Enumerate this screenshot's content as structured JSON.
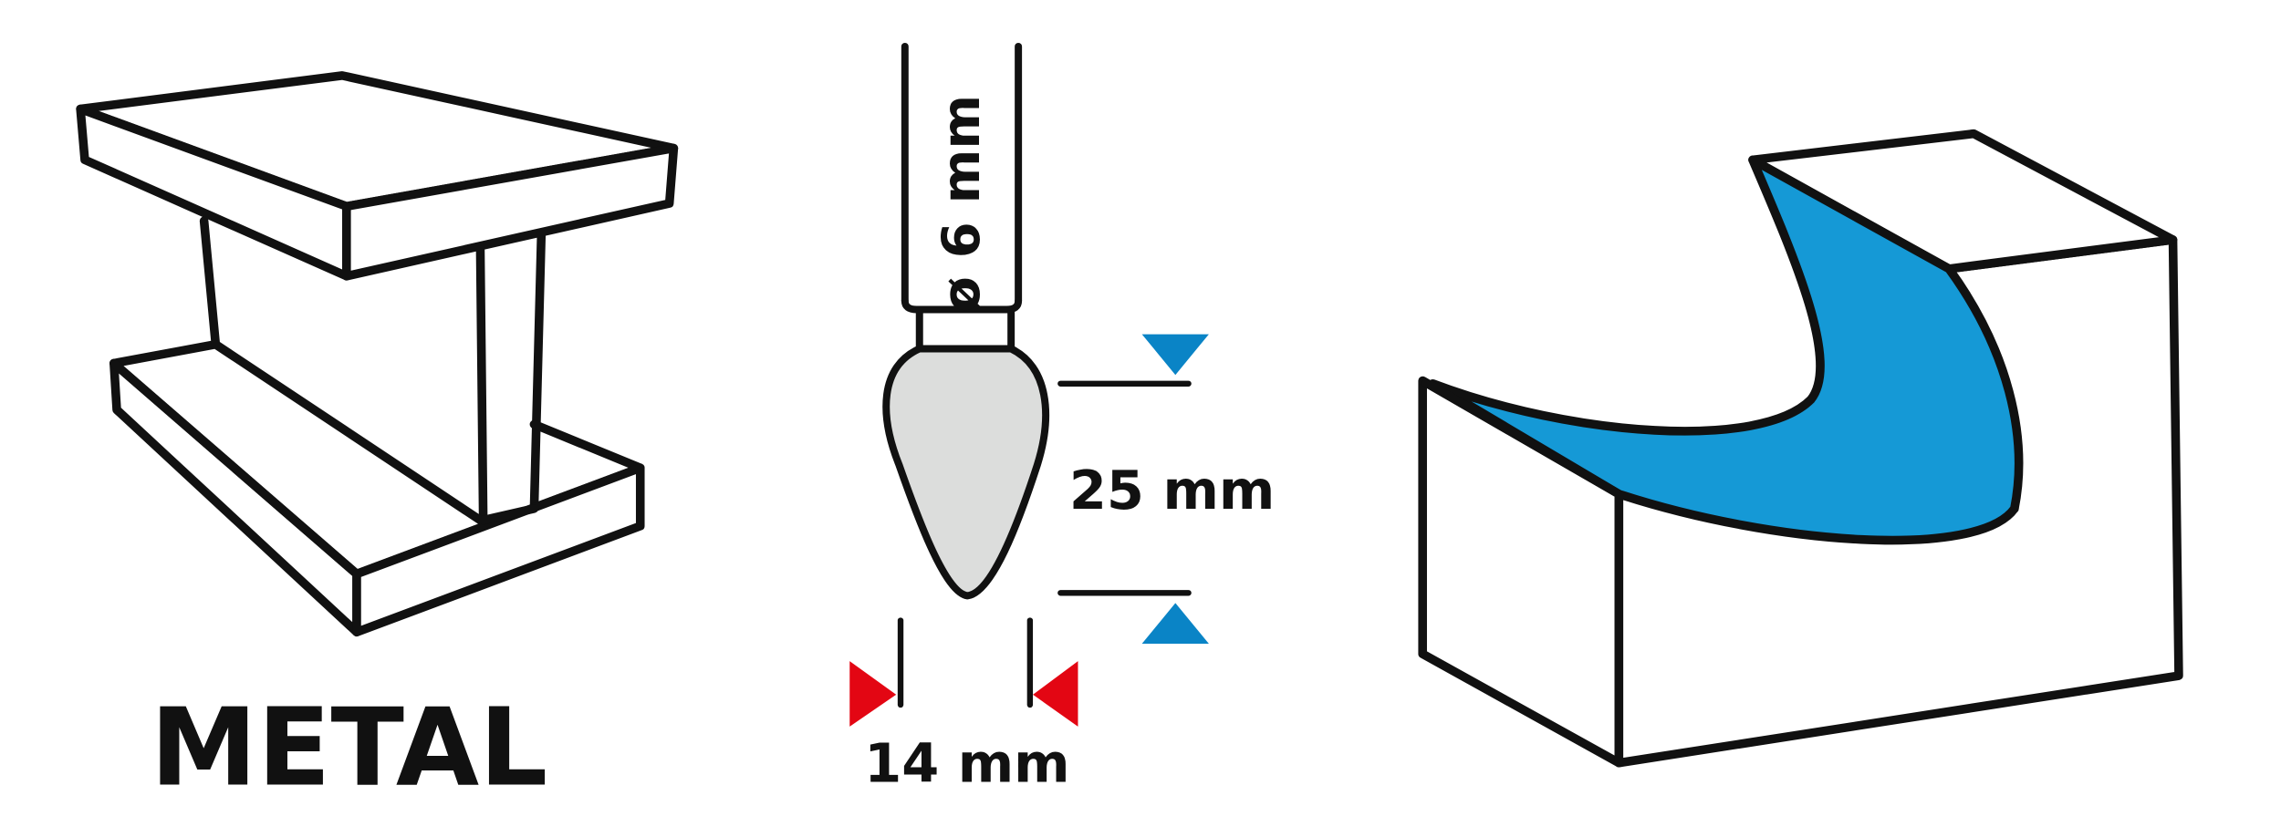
{
  "material_label": "METAL",
  "tool": {
    "shank_diameter": "ø 6 mm",
    "head_length": "25 mm",
    "head_diameter": "14 mm"
  },
  "colors": {
    "blue_marker": "#0a84c6",
    "red_marker": "#e30613",
    "surface_fill": "#1599d6",
    "stone_fill": "#dcdddc",
    "outline": "#111111"
  }
}
